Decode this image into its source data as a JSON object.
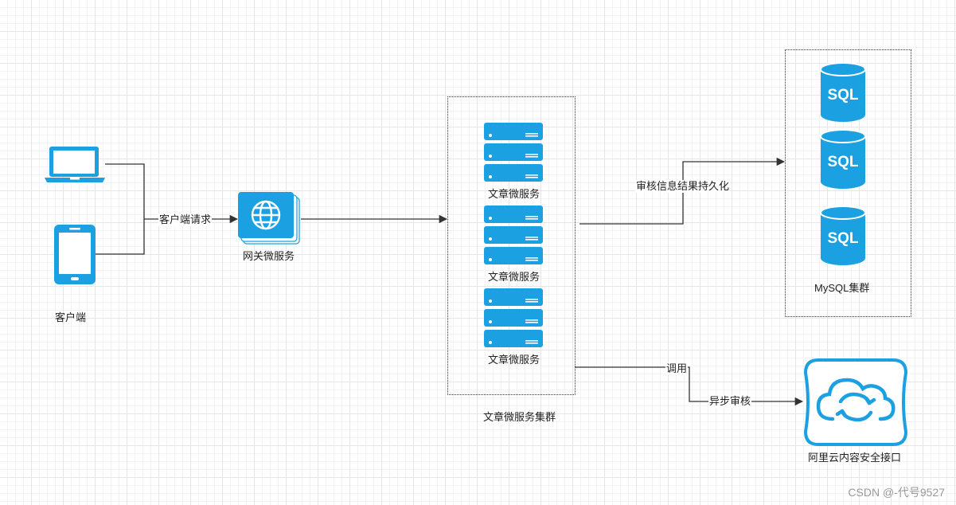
{
  "client": {
    "label": "客户端",
    "icons": [
      "laptop-icon",
      "smartphone-icon"
    ],
    "request_label": "客户端请求"
  },
  "gateway": {
    "label": "网关微服务",
    "icon": "globe-icon"
  },
  "article_cluster": {
    "label": "文章微服务集群",
    "services": [
      {
        "label": "文章微服务"
      },
      {
        "label": "文章微服务"
      },
      {
        "label": "文章微服务"
      }
    ]
  },
  "mysql_cluster": {
    "label": "MySQL集群",
    "databases": [
      {
        "text": "SQL"
      },
      {
        "text": "SQL"
      },
      {
        "text": "SQL"
      }
    ],
    "persist_label": "审核信息结果持久化"
  },
  "aliyun": {
    "label": "阿里云内容安全接口",
    "icon": "cloud-sync-icon",
    "call_label": "调用",
    "async_label": "异步审核"
  },
  "watermark": "CSDN @-代号9527",
  "colors": {
    "accent": "#1ba1e2",
    "line": "#333333"
  }
}
